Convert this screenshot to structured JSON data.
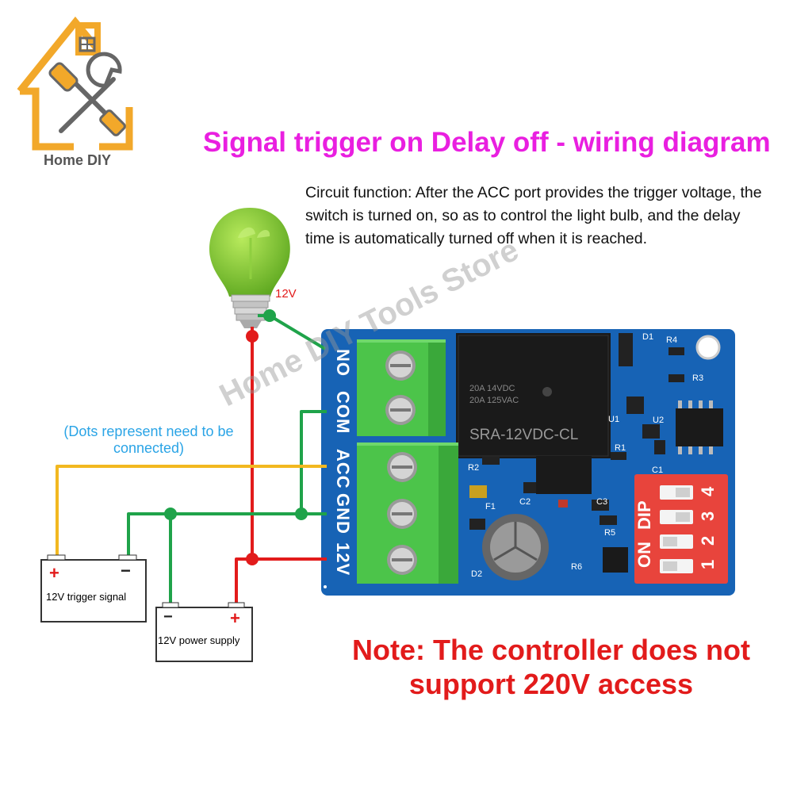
{
  "brand": {
    "name": "Home DIY"
  },
  "title": "Signal trigger on Delay off - wiring diagram",
  "description": "Circuit function: After the ACC port provides the trigger voltage, the switch is turned on, so as to control the light bulb, and the delay time is automatically turned off when it is reached.",
  "dots_note": "(Dots represent need to be connected)",
  "bulb_voltage": "12V",
  "note": "Note: The controller does not support 220V access",
  "watermark": "Home DIY Tools Store",
  "terminals": [
    "NO",
    "COM",
    "ACC",
    "GND",
    "12V"
  ],
  "batteries": {
    "trigger": {
      "label": "12V trigger signal",
      "plus": "+",
      "minus": "−"
    },
    "power": {
      "label": "12V power supply",
      "plus": "+",
      "minus": "−"
    }
  },
  "relay": {
    "model": "SRA-12VDC-CL",
    "rating_1": "20A 14VDC",
    "rating_2": "20A 125VAC"
  },
  "dip": {
    "label": "DIP",
    "on": "ON",
    "numbers": [
      "1",
      "2",
      "3",
      "4"
    ]
  },
  "board_labels": [
    "D1",
    "R4",
    "R3",
    "U2",
    "U1",
    "C1",
    "R1",
    "R2",
    "F1",
    "C2",
    "C3",
    "R5",
    "R6",
    "D2"
  ],
  "colors": {
    "title": "#e91fe0",
    "note": "#e21b1b",
    "wire_red": "#e21b1b",
    "wire_green": "#1fa34a",
    "wire_yellow": "#f2b820",
    "board": "#1763b5",
    "terminal_block": "#4cc44a",
    "dip_switch": "#e8443c"
  }
}
